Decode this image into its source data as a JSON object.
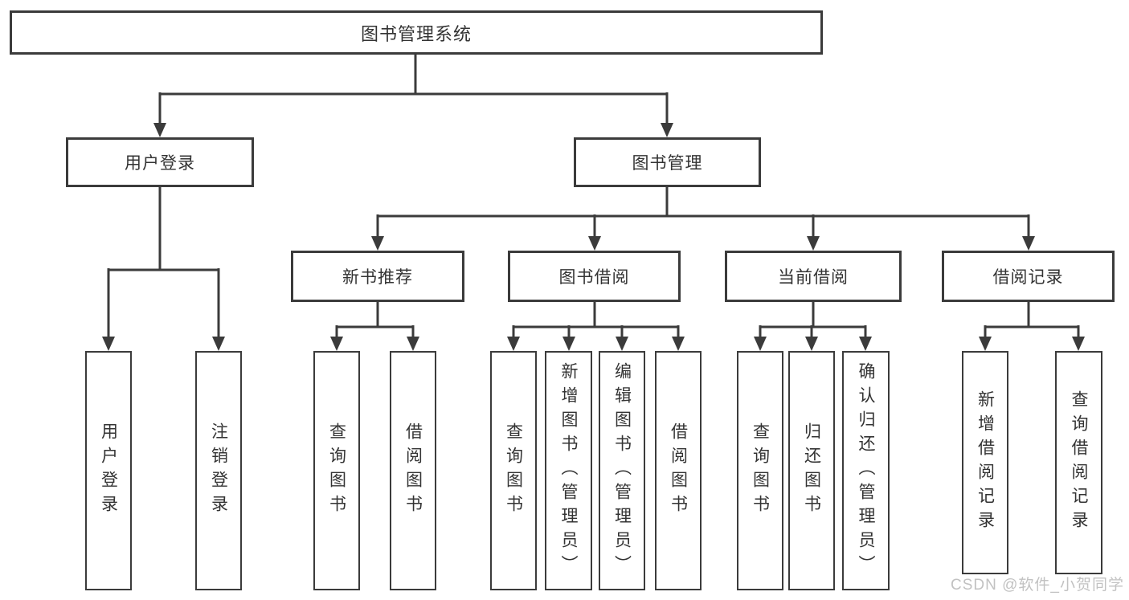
{
  "diagram": {
    "root": {
      "label": "图书管理系统"
    },
    "level2": [
      {
        "label": "用户登录"
      },
      {
        "label": "图书管理"
      }
    ],
    "level3": [
      {
        "label": "新书推荐"
      },
      {
        "label": "图书借阅"
      },
      {
        "label": "当前借阅"
      },
      {
        "label": "借阅记录"
      }
    ],
    "leaves": {
      "login": [
        "用户登录",
        "注销登录"
      ],
      "newbook": [
        "查询图书",
        "借阅图书"
      ],
      "borrow": [
        "查询图书",
        "新增图书（管理员）",
        "编辑图书（管理员）",
        "借阅图书"
      ],
      "current": [
        "查询图书",
        "归还图书",
        "确认归还（管理员）"
      ],
      "records": [
        "新增借阅记录",
        "查询借阅记录"
      ]
    },
    "watermark": "CSDN @软件_小贺同学",
    "colors": {
      "line": "#3b3b3b",
      "text": "#333333",
      "watermark": "#c2c2c2",
      "background": "#ffffff"
    }
  }
}
